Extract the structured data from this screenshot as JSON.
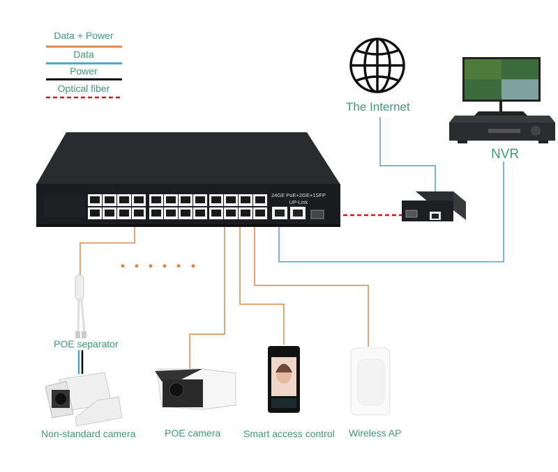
{
  "legend": [
    {
      "label": "Data + Power",
      "color": "#d9884a",
      "style": "solid"
    },
    {
      "label": "Data",
      "color": "#4aa3c6",
      "style": "solid"
    },
    {
      "label": "Power",
      "color": "#000000",
      "style": "solid"
    },
    {
      "label": "Optical fiber",
      "color": "#d01818",
      "style": "dashed"
    }
  ],
  "switch": {
    "model_text": "24GE PoE+2GE+1SFP",
    "uplink_text": "UP-Link"
  },
  "nodes": {
    "internet": "The Internet",
    "nvr": "NVR",
    "poe_separator": "POE separator",
    "non_standard_camera": "Non-standard camera",
    "poe_camera": "POE camera",
    "access_control": "Smart access control",
    "wireless_ap": "Wireless AP"
  },
  "colors": {
    "label_green": "#3f9a74",
    "poe_line": "#d9884a",
    "data_line": "#4aa3c6",
    "fiber_line": "#d01818"
  }
}
